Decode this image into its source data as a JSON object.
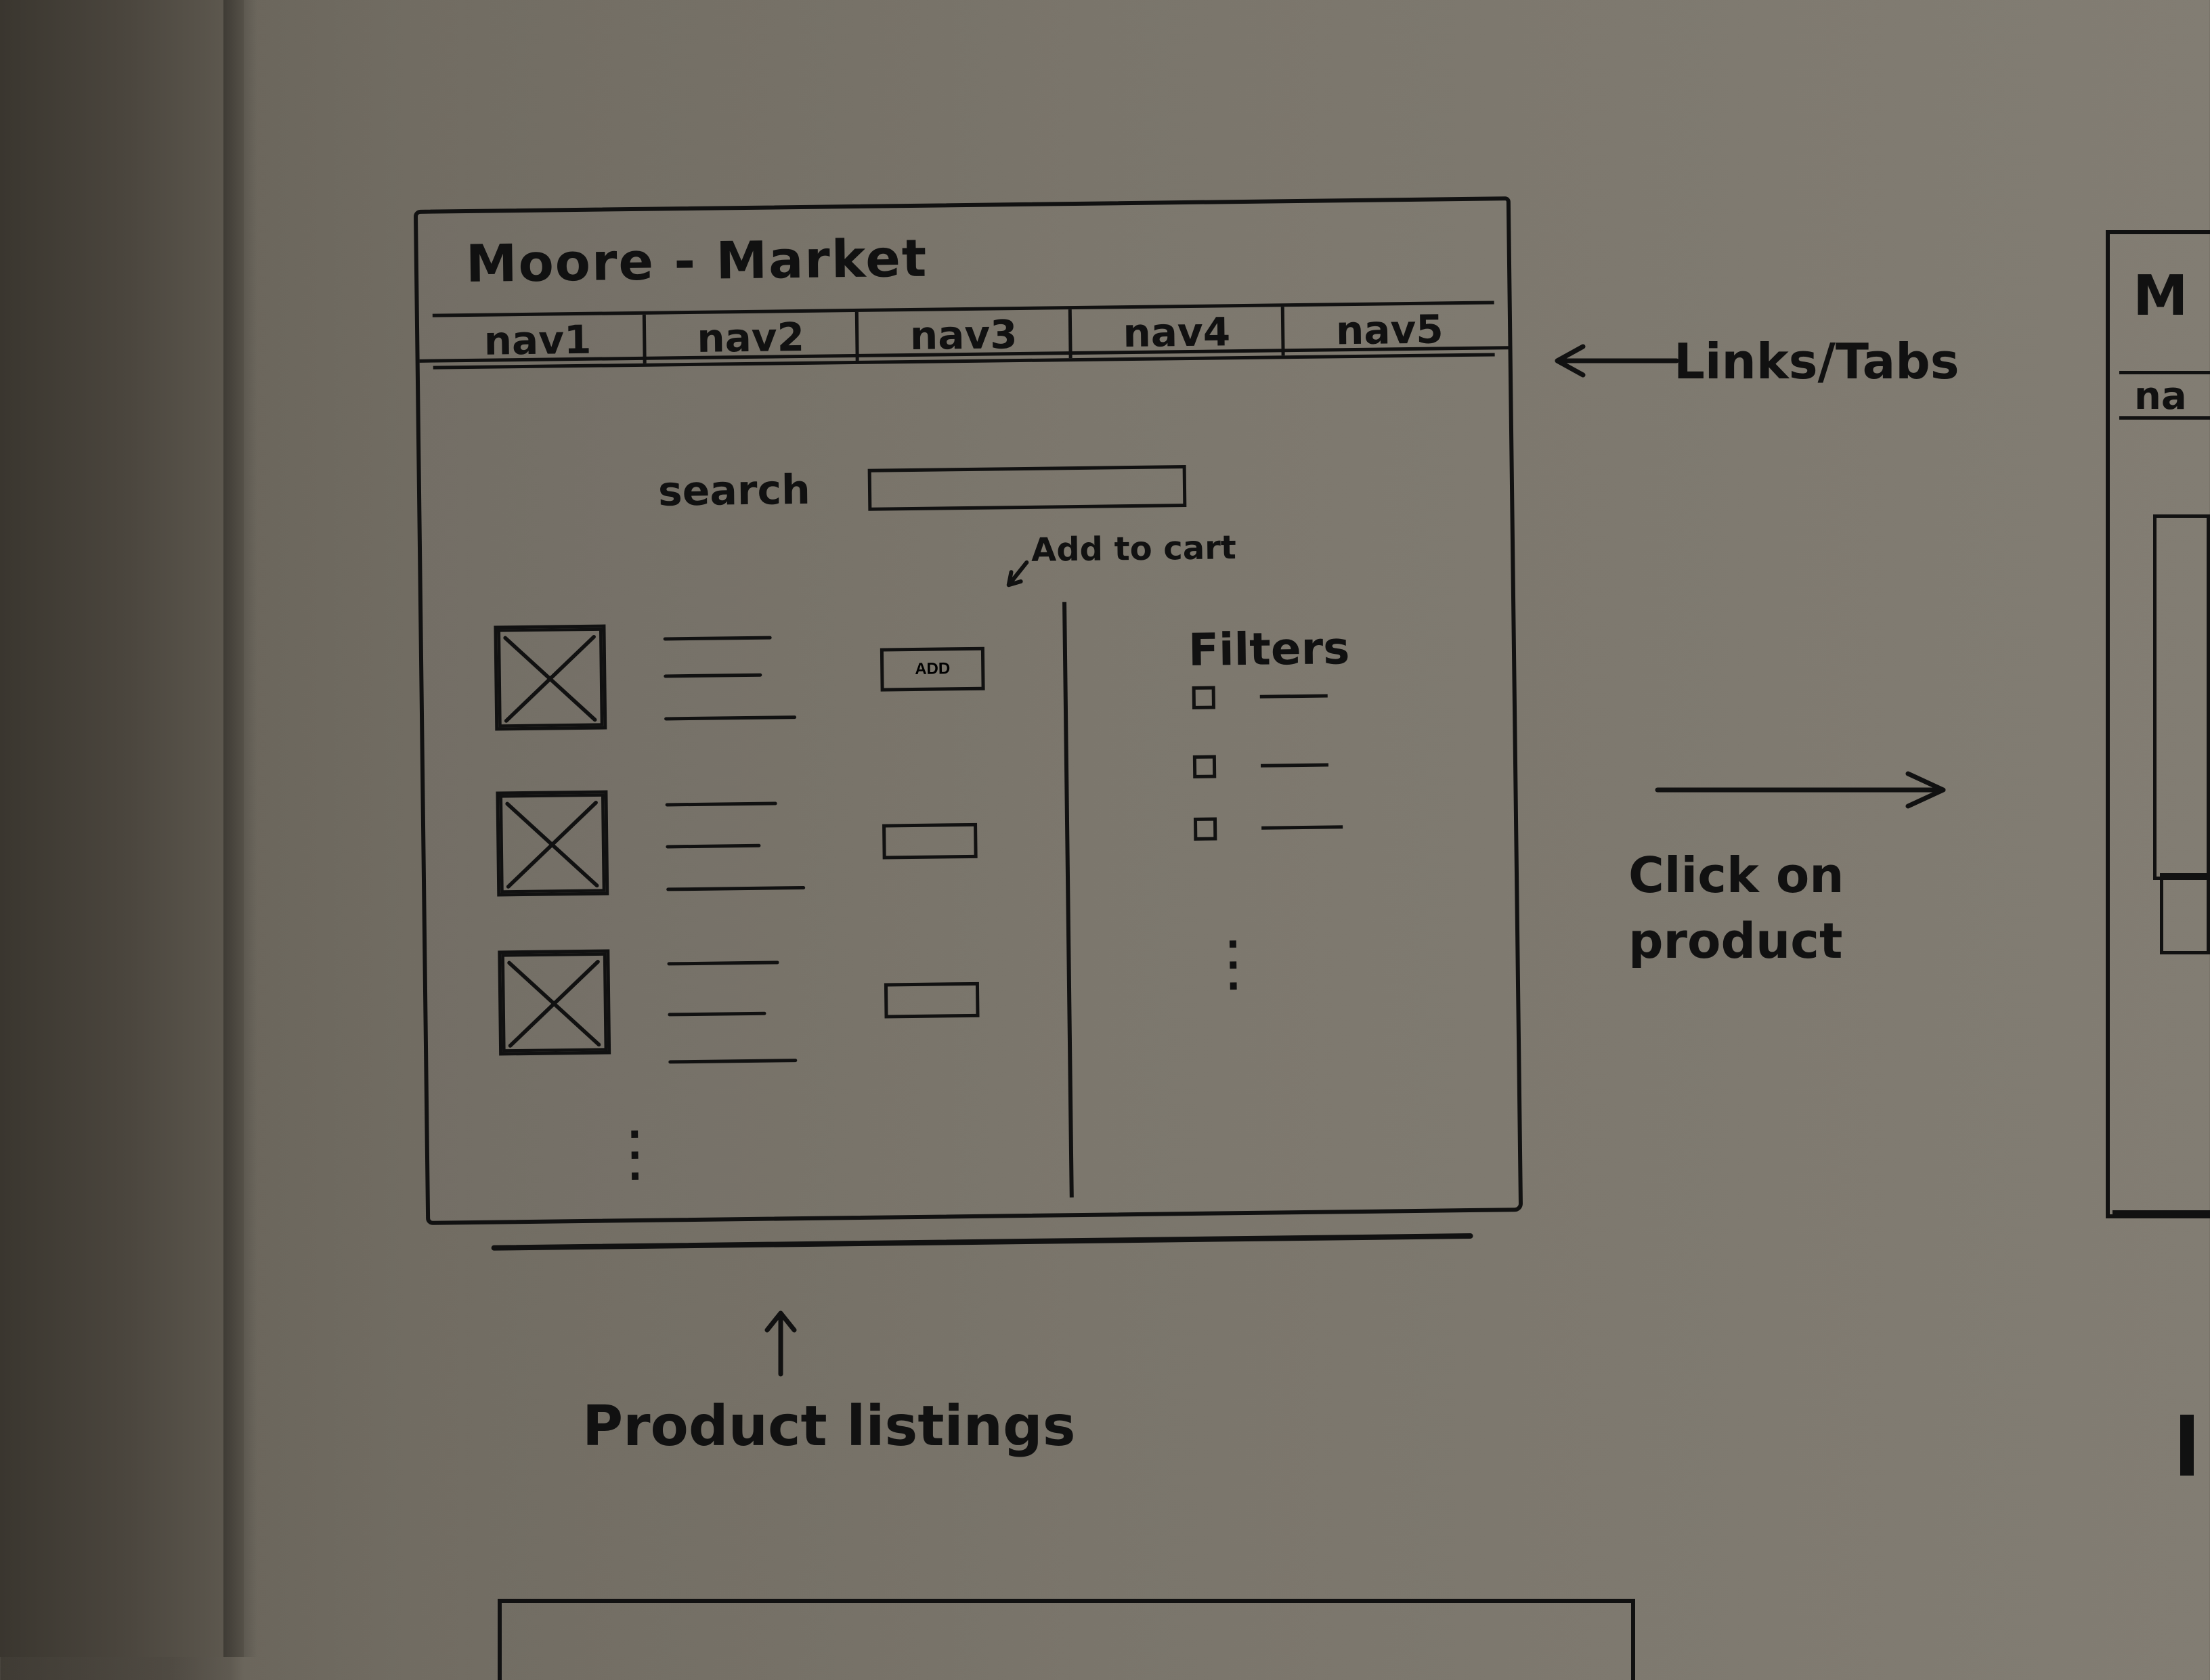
{
  "sketch": {
    "title": "Moore - Market",
    "nav": [
      "nav1",
      "nav2",
      "nav3",
      "nav4",
      "nav5"
    ],
    "search_label": "search",
    "add_to_cart_annotation": "Add to cart",
    "add_button_label": "ADD",
    "filters_title": "Filters",
    "links_label": "Links/Tabs",
    "click_on_product_label": "Click on\nproduct",
    "product_listings_label": "Product listings",
    "ghost_title": "M",
    "ghost_nav": "na"
  },
  "product_rows": [
    {
      "button": "ADD"
    },
    {
      "button": ""
    },
    {
      "button": ""
    }
  ],
  "filters": [
    {
      "checked": false
    },
    {
      "checked": false
    },
    {
      "checked": false
    }
  ]
}
